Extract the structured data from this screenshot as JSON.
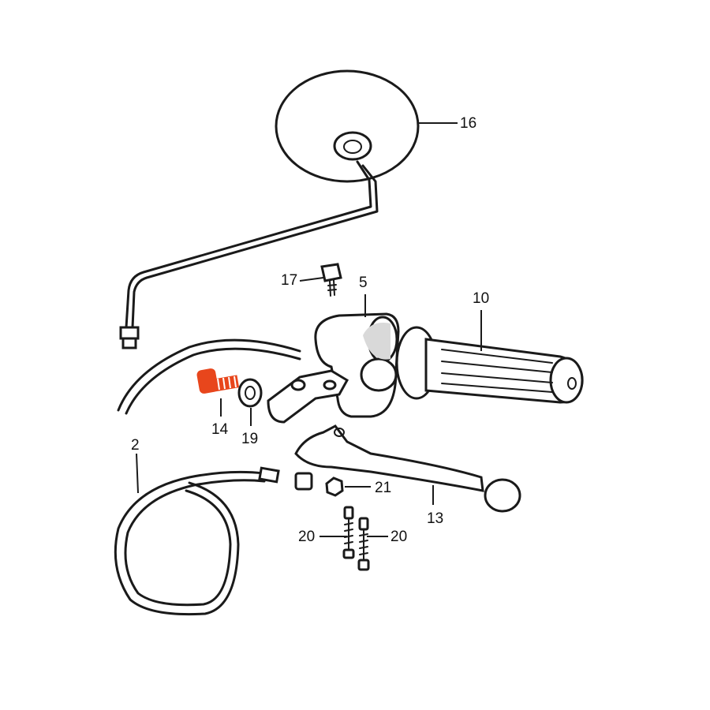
{
  "colors": {
    "ink": "#1a1a1a",
    "highlight": "#e8461c",
    "background": "#ffffff"
  },
  "parts": {
    "mirror": "16",
    "mirror_bolt": "17",
    "lever_bracket": "5",
    "grip": "10",
    "bolt_highlighted": "14",
    "washer": "19",
    "cable": "2",
    "nut": "21",
    "lever": "13",
    "screw_left": "20",
    "screw_right": "20"
  }
}
